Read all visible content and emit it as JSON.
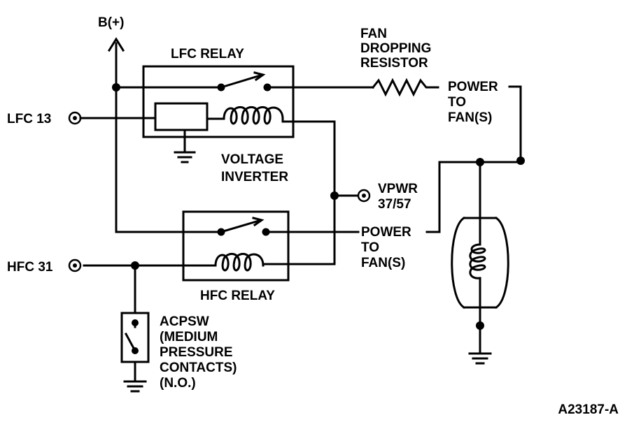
{
  "labels": {
    "b_plus": "B(+)",
    "lfc_relay": "LFC RELAY",
    "fan_dropping_resistor": [
      "FAN",
      "DROPPING",
      "RESISTOR"
    ],
    "power_to_fan_1": [
      "POWER",
      "TO",
      "FAN(S)"
    ],
    "lfc_13": "LFC 13",
    "voltage_inverter": [
      "VOLTAGE",
      "INVERTER"
    ],
    "vpwr": [
      "VPWR",
      "37/57"
    ],
    "power_to_fan_2": [
      "POWER",
      "TO",
      "FAN(S)"
    ],
    "hfc_31": "HFC 31",
    "hfc_relay": "HFC RELAY",
    "acpsw": [
      "ACPSW",
      "(MEDIUM",
      "PRESSURE",
      "CONTACTS)",
      "(N.O.)"
    ],
    "figure_id": "A23187-A"
  }
}
